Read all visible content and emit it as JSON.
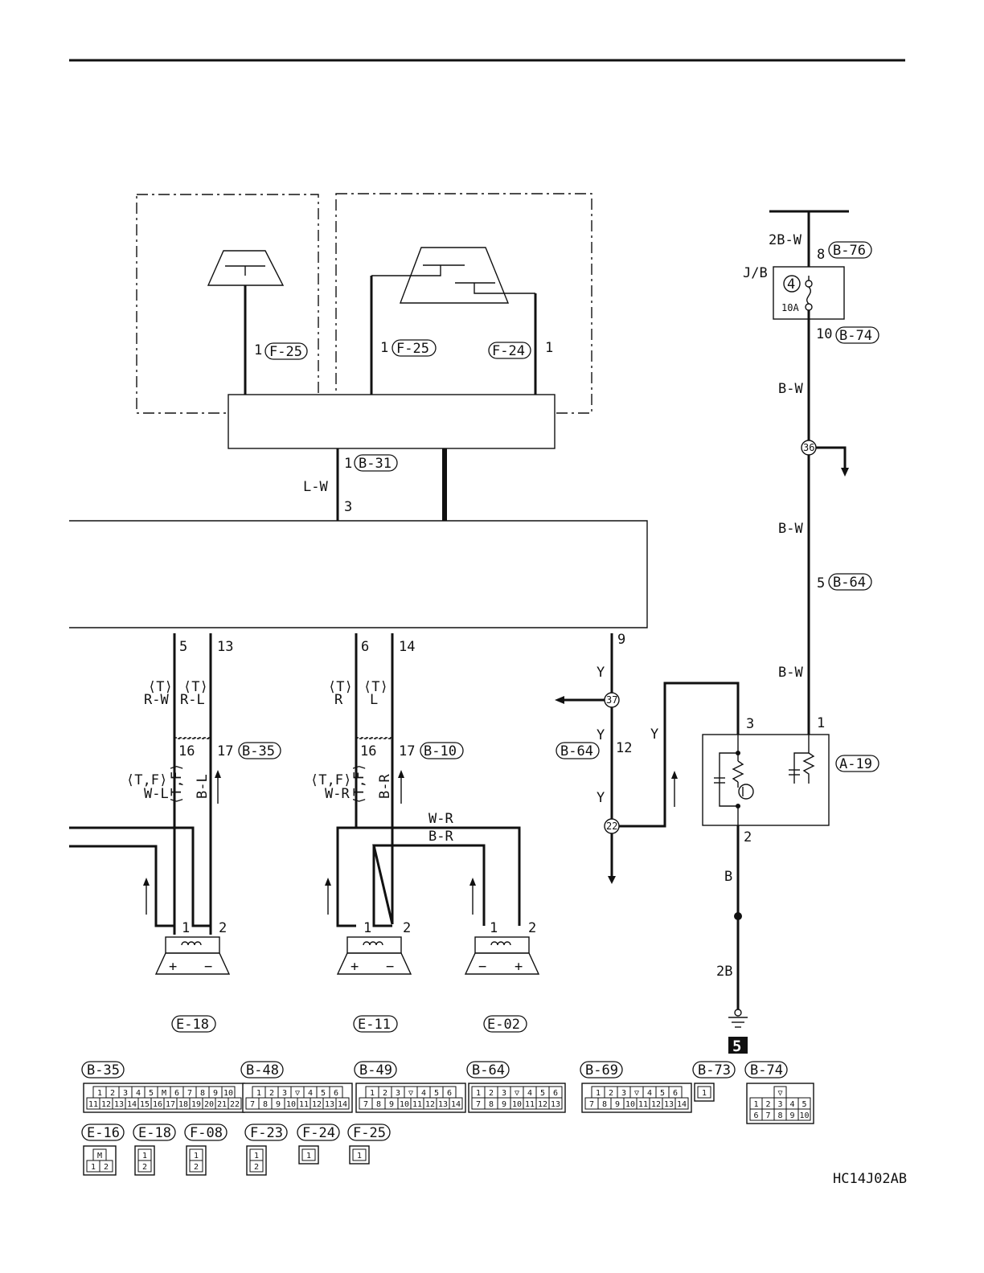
{
  "figure_code": "HC14J02AB",
  "ground_number": "5",
  "labels": {
    "jb": "J/B",
    "fuse_number": "4",
    "fuse_rating": "10A",
    "tf": "⟨T,F⟩",
    "t": "⟨T⟩"
  },
  "connectors": {
    "B76": "B-76",
    "B74": "B-74",
    "B64": "B-64",
    "B31": "B-31",
    "B35": "B-35",
    "B10": "B-10",
    "A19": "A-19",
    "F25": "F-25",
    "F24": "F-24",
    "E18": "E-18",
    "E11": "E-11",
    "E02": "E-02"
  },
  "wires": {
    "w2BW": "2B-W",
    "BW": "B-W",
    "LW": "L-W",
    "Y": "Y",
    "B": "B",
    "w2B": "2B",
    "RW": "R-W",
    "RL": "R-L",
    "R": "R",
    "L": "L",
    "WL": "W-L",
    "BL": "B-L",
    "WR": "W-R",
    "BR": "B-R"
  },
  "junctions": {
    "j36": "36",
    "j37": "37",
    "j22": "22"
  },
  "pins": {
    "p1": "1",
    "p2": "2",
    "p3": "3",
    "p5": "5",
    "p6": "6",
    "p8": "8",
    "p9": "9",
    "p10": "10",
    "p12": "12",
    "p13": "13",
    "p14": "14",
    "p16": "16",
    "p17": "17",
    "plus": "+",
    "minus": "−"
  },
  "connector_views": [
    {
      "label": "B-35",
      "rows": [
        [
          "1",
          "2",
          "3",
          "4",
          "5",
          "M",
          "6",
          "7",
          "8",
          "9",
          "10"
        ],
        [
          "11",
          "12",
          "13",
          "14",
          "15",
          "16",
          "17",
          "18",
          "19",
          "20",
          "21",
          "22"
        ]
      ]
    },
    {
      "label": "B-48",
      "rows": [
        [
          "1",
          "2",
          "3",
          "▽",
          "4",
          "5",
          "6"
        ],
        [
          "7",
          "8",
          "9",
          "10",
          "11",
          "12",
          "13",
          "14"
        ]
      ]
    },
    {
      "label": "B-49",
      "rows": [
        [
          "1",
          "2",
          "3",
          "▽",
          "4",
          "5",
          "6"
        ],
        [
          "7",
          "8",
          "9",
          "10",
          "11",
          "12",
          "13",
          "14"
        ]
      ]
    },
    {
      "label": "B-64",
      "rows": [
        [
          "1",
          "2",
          "3",
          "▽",
          "4",
          "5",
          "6"
        ],
        [
          "7",
          "8",
          "9",
          "10",
          "11",
          "12",
          "13"
        ]
      ]
    },
    {
      "label": "B-69",
      "rows": [
        [
          "1",
          "2",
          "3",
          "▽",
          "4",
          "5",
          "6"
        ],
        [
          "7",
          "8",
          "9",
          "10",
          "11",
          "12",
          "13",
          "14"
        ]
      ]
    },
    {
      "label": "B-73",
      "rows": [
        [
          "1"
        ]
      ]
    },
    {
      "label": "B-74",
      "rows": [
        [
          "▽"
        ],
        [
          "1",
          "2",
          "3",
          "4",
          "5"
        ],
        [
          "6",
          "7",
          "8",
          "9",
          "10"
        ]
      ]
    },
    {
      "label": "E-16",
      "rows": [
        [
          "M"
        ],
        [
          "1",
          "2"
        ]
      ]
    },
    {
      "label": "E-18",
      "rows": [
        [
          "1"
        ],
        [
          "2"
        ]
      ]
    },
    {
      "label": "F-08",
      "rows": [
        [
          "1"
        ],
        [
          "2"
        ]
      ]
    },
    {
      "label": "F-23",
      "rows": [
        [
          "1"
        ],
        [
          "2"
        ]
      ]
    },
    {
      "label": "F-24",
      "rows": [
        [
          "1"
        ]
      ]
    },
    {
      "label": "F-25",
      "rows": [
        [
          "1"
        ]
      ]
    }
  ]
}
